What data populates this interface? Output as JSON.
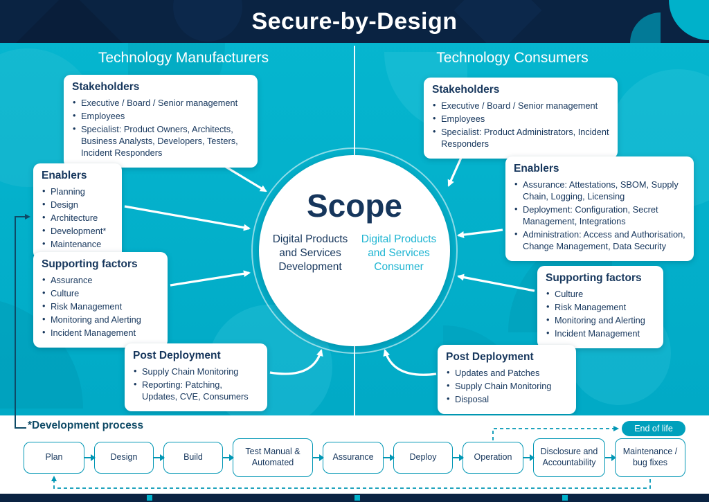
{
  "header": {
    "title": "Secure-by-Design"
  },
  "sections": {
    "manufacturers_heading": "Technology Manufacturers",
    "consumers_heading": "Technology Consumers"
  },
  "scope": {
    "title": "Scope",
    "development_label": "Digital Products and Services Development",
    "consumer_label": "Digital Products and Services Consumer"
  },
  "manufacturers": {
    "stakeholders": {
      "title": "Stakeholders",
      "items": [
        "Executive / Board / Senior management",
        "Employees",
        "Specialist: Product Owners, Architects, Business Analysts, Developers, Testers, Incident Responders"
      ]
    },
    "enablers": {
      "title": "Enablers",
      "items": [
        "Planning",
        "Design",
        "Architecture",
        "Development*",
        "Maintenance"
      ]
    },
    "supporting_factors": {
      "title": "Supporting factors",
      "items": [
        "Assurance",
        "Culture",
        "Risk Management",
        "Monitoring and Alerting",
        "Incident Management"
      ]
    },
    "post_deployment": {
      "title": "Post Deployment",
      "items": [
        "Supply Chain Monitoring",
        "Reporting: Patching, Updates, CVE, Consumers"
      ]
    }
  },
  "consumers": {
    "stakeholders": {
      "title": "Stakeholders",
      "items": [
        "Executive / Board / Senior management",
        "Employees",
        "Specialist: Product Administrators, Incident Responders"
      ]
    },
    "enablers": {
      "title": "Enablers",
      "items": [
        "Assurance: Attestations, SBOM, Supply Chain, Logging, Licensing",
        "Deployment: Configuration, Secret Management, Integrations",
        "Administration: Access and Authorisation, Change Management, Data Security"
      ]
    },
    "supporting_factors": {
      "title": "Supporting factors",
      "items": [
        "Culture",
        "Risk Management",
        "Monitoring and Alerting",
        "Incident Management"
      ]
    },
    "post_deployment": {
      "title": "Post Deployment",
      "items": [
        "Updates and Patches",
        "Supply Chain Monitoring",
        "Disposal"
      ]
    }
  },
  "process": {
    "label": "*Development process",
    "steps": [
      "Plan",
      "Design",
      "Build",
      "Test Manual & Automated",
      "Assurance",
      "Deploy",
      "Operation",
      "Disclosure and Accountability",
      "Maintenance / bug fixes"
    ],
    "end_of_life": "End of life"
  },
  "colors": {
    "header_navy": "#0a2342",
    "teal_background": "#00aec9",
    "text_navy": "#16365c",
    "cyan_accent": "#1fb5d2",
    "process_teal": "#0096b4"
  }
}
